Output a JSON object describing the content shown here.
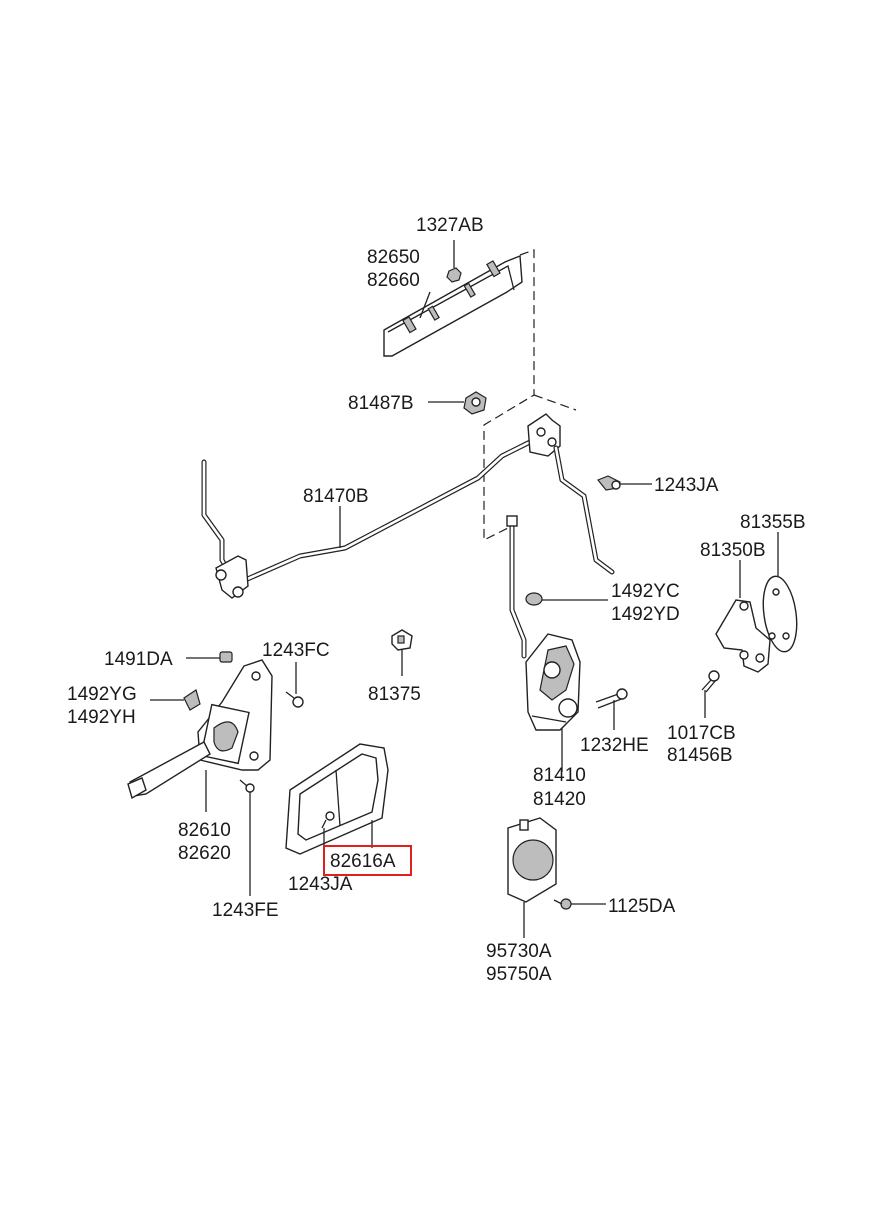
{
  "labels": {
    "p1327AB": "1327AB",
    "p82650": "82650",
    "p82660": "82660",
    "p81487B": "81487B",
    "p1243JA_top": "1243JA",
    "p81470B": "81470B",
    "p81355B": "81355B",
    "p81350B": "81350B",
    "p1492YC": "1492YC",
    "p1492YD": "1492YD",
    "p1491DA": "1491DA",
    "p1243FC": "1243FC",
    "p81375": "81375",
    "p1492YG": "1492YG",
    "p1492YH": "1492YH",
    "p1017CB": "1017CB",
    "p81456B": "81456B",
    "p1232HE": "1232HE",
    "p81410": "81410",
    "p81420": "81420",
    "p82610": "82610",
    "p82620": "82620",
    "p82616A": "82616A",
    "p1243JA_bottom": "1243JA",
    "p1243FE": "1243FE",
    "p1125DA": "1125DA",
    "p95730A": "95730A",
    "p95750A": "95750A"
  },
  "highlight": {
    "part": "82616A",
    "color": "#e0201b"
  }
}
